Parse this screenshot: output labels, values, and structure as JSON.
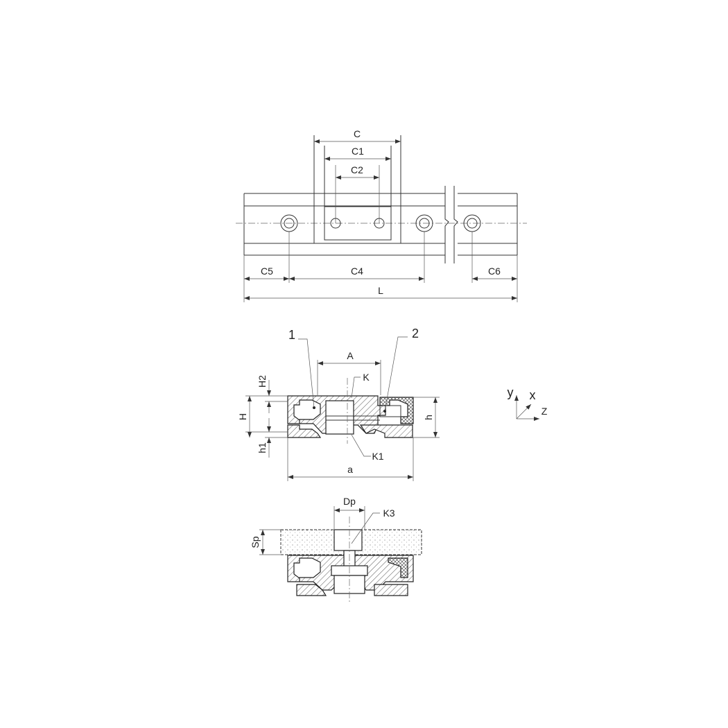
{
  "top_view": {
    "dims": {
      "C": "C",
      "C1": "C1",
      "C2": "C2",
      "C5": "C5",
      "C4": "C4",
      "C6": "C6",
      "L": "L"
    }
  },
  "section_view": {
    "callouts": {
      "part1": "1",
      "part2": "2",
      "K": "K",
      "K1": "K1"
    },
    "dims": {
      "A": "A",
      "H2": "H2",
      "H": "H",
      "h1": "h1",
      "h": "h",
      "a": "a"
    }
  },
  "axes": {
    "y": "y",
    "x": "x",
    "z": "Z"
  },
  "mount_view": {
    "dims": {
      "Dp": "Dp",
      "K3": "K3",
      "Sp": "Sp"
    }
  },
  "colors": {
    "line": "#333333",
    "background": "#ffffff"
  }
}
